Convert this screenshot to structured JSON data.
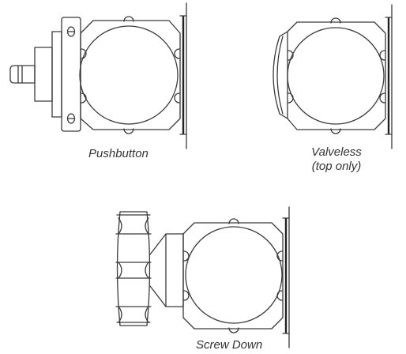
{
  "captions": {
    "pushbutton": "Pushbutton",
    "valveless_line1": "Valveless",
    "valveless_line2": "(top only)",
    "screw_down": "Screw Down"
  },
  "colors": {
    "line": "#3a3a3a",
    "background": "#ffffff"
  }
}
